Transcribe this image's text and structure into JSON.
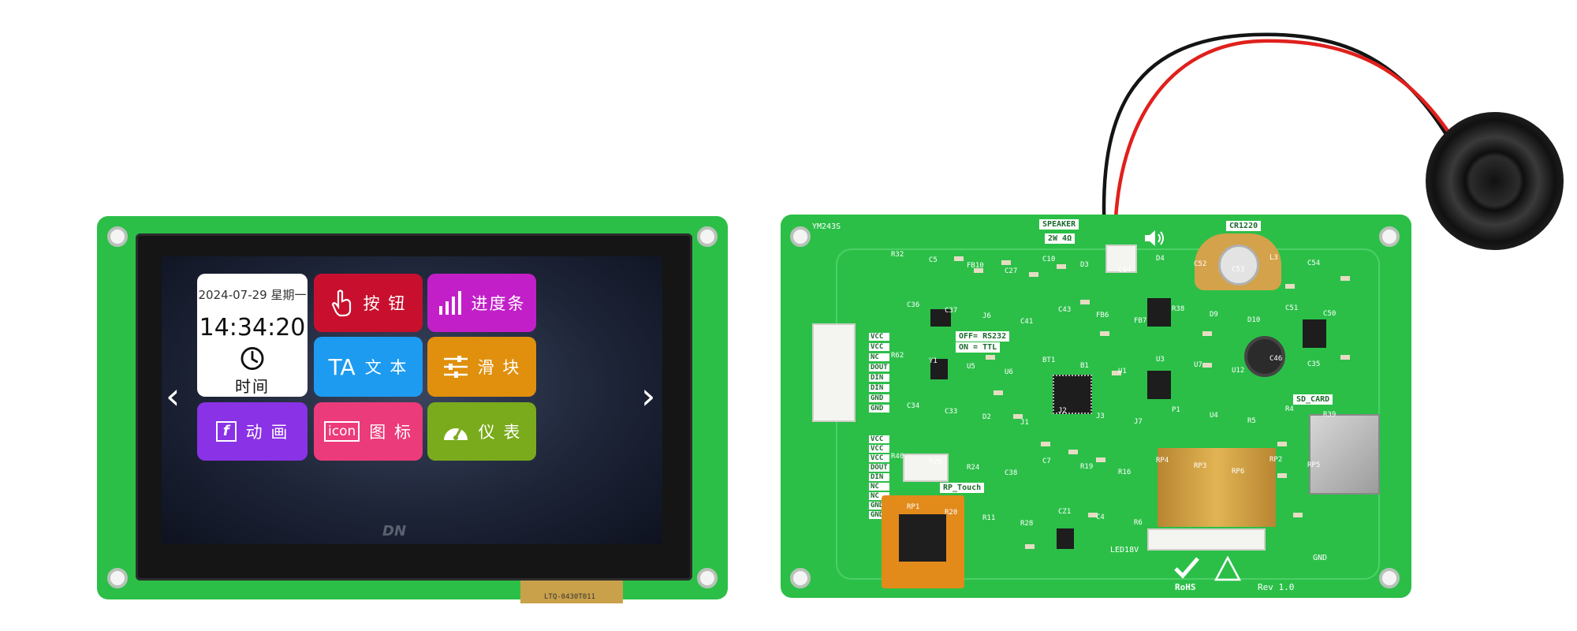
{
  "display_ui": {
    "clock": {
      "date": "2024-07-29 星期一",
      "time": "14:34:20",
      "label": "时间"
    },
    "tiles": [
      {
        "label": "按 钮",
        "color": "#c8102e",
        "icon": "pointer-hand-icon"
      },
      {
        "label": "进度条",
        "color": "#c21fc8",
        "icon": "progress-bars-icon"
      },
      {
        "label": "文 本",
        "color": "#1d9bf0",
        "icon": "text-ta-icon"
      },
      {
        "label": "滑 块",
        "color": "#e0900d",
        "icon": "slider-icon"
      },
      {
        "label": "动 画",
        "color": "#8a32e6",
        "icon": "flash-animation-icon"
      },
      {
        "label": "图 标",
        "color": "#ec3b7a",
        "icon": "icon-box-icon"
      },
      {
        "label": "仪 表",
        "color": "#7aab1c",
        "icon": "gauge-icon"
      }
    ],
    "icon_box_text": "icon",
    "ta_text": "TA",
    "f_text": "f",
    "nav": {
      "left": "‹",
      "right": "›"
    },
    "brand_mark": "DN"
  },
  "left_board": {
    "fpc_label": "LTQ-0430T011"
  },
  "right_board": {
    "silkscreen": {
      "model": "YM243S",
      "speaker_label": "SPEAKER",
      "speaker_spec": "2W 4Ω",
      "battery": "CR1220",
      "sd_card": "SD_CARD",
      "rp_touch": "RP_Touch",
      "off_rs232": "OFF= RS232",
      "on_ttl": "ON = TTL",
      "rev": "Rev 1.0",
      "rohs": "RoHS",
      "gnd": "GND",
      "led": "LED18V",
      "pins_upper": [
        "VCC",
        "VCC",
        "NC",
        "DOUT",
        "DIN",
        "DIN",
        "GND",
        "GND"
      ],
      "pins_lower": [
        "VCC",
        "VCC",
        "VCC",
        "DOUT",
        "DIN",
        "NC",
        "NC",
        "GND",
        "GND"
      ],
      "components": [
        "R32",
        "C5",
        "FB10",
        "C27",
        "C10",
        "D3",
        "C14",
        "D4",
        "C52",
        "C53",
        "L3",
        "C54",
        "C36",
        "C37",
        "J6",
        "C41",
        "C43",
        "FB6",
        "FB7",
        "R38",
        "D9",
        "D10",
        "C51",
        "C50",
        "R62",
        "Y1",
        "U5",
        "U6",
        "BT1",
        "B1",
        "U1",
        "U3",
        "U7",
        "U12",
        "C46",
        "C35",
        "C34",
        "C33",
        "D2",
        "J1",
        "J2",
        "J3",
        "J7",
        "P1",
        "U4",
        "R5",
        "R4",
        "R39",
        "R40",
        "R25",
        "R24",
        "C38",
        "C7",
        "R19",
        "R16",
        "RP4",
        "RP3",
        "RP6",
        "RP2",
        "RP5",
        "RP1",
        "R20",
        "R11",
        "R28",
        "CZ1",
        "C4",
        "R6"
      ]
    }
  },
  "colors": {
    "pcb_green": "#2bbf48",
    "bezel": "#151515",
    "wire_red": "#e0201c",
    "wire_black": "#141414"
  }
}
